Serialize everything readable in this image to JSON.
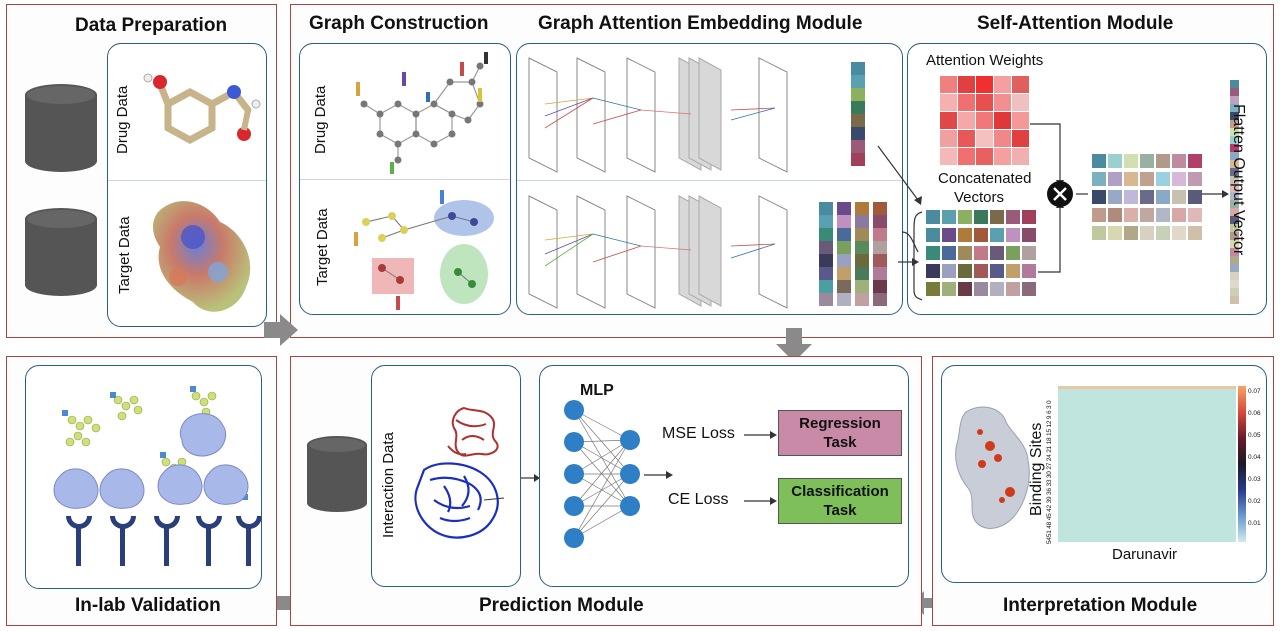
{
  "panels": {
    "data_preparation": {
      "title": "Data Preparation",
      "drug_label": "Drug Data",
      "target_label": "Target Data"
    },
    "graph_construction": {
      "title": "Graph Construction",
      "drug_label": "Drug Data",
      "target_label": "Target Data"
    },
    "gat_module": {
      "title": "Graph Attention Embedding Module"
    },
    "self_attention": {
      "title": "Self-Attention Module",
      "attention_weights": "Attention Weights",
      "concatenated_line1": "Concatenated",
      "concatenated_line2": "Vectors",
      "flatten": "Flatten Output Vector"
    },
    "in_lab": {
      "title": "In-lab Validation"
    },
    "prediction": {
      "title": "Prediction Module",
      "interaction_label": "Interaction Data",
      "mlp": "MLP",
      "mse_loss": "MSE Loss",
      "ce_loss": "CE Loss",
      "regression_line1": "Regression",
      "regression_line2": "Task",
      "classification_line1": "Classification",
      "classification_line2": "Task"
    },
    "interpretation": {
      "title": "Interpretation Module",
      "ylabel": "Binding Sites",
      "xlabel": "Darunavir",
      "colorbar_ticks": [
        "0.07",
        "0.06",
        "0.05",
        "0.04",
        "0.03",
        "0.02",
        "0.01"
      ],
      "row_ticks": "5451 48 45 42 39 36 33 30 27 24 21 18 15 12 9 6 3 0"
    }
  },
  "colors": {
    "panel_border": "#a94442",
    "inner_border": "#2b5d8a",
    "regression": "#c98aa8",
    "classification": "#7fbf5a",
    "node": "#2f7fc6",
    "cylinder": "#555555"
  }
}
